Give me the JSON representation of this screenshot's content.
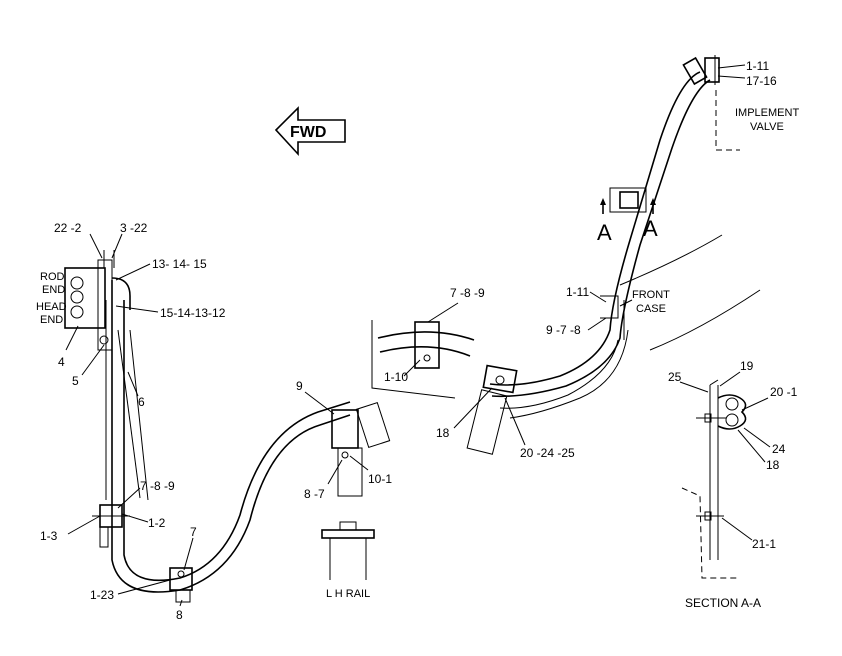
{
  "fwd": "FWD",
  "section_marks": {
    "left": "A",
    "right": "A"
  },
  "labels": {
    "l_1_11_top": "1-11",
    "l_17_16": "17-16",
    "implement_line1": "IMPLEMENT",
    "implement_line2": "VALVE",
    "l_1_11_mid": "1-11",
    "l_9_7_8": "9 -7 -8",
    "front_line1": "FRONT",
    "front_line2": "CASE",
    "l_7_8_9_mid": "7 -8 -9",
    "l_1_10": "1-10",
    "l_18_mid": "18",
    "l_20_24_25": "20 -24 -25",
    "l_22_2": "22 -2",
    "l_3_22": "3 -22",
    "l_13_14_15": "13- 14- 15",
    "rod_line1": "ROD",
    "rod_line2": "END",
    "head_line1": "HEAD",
    "head_line2": "END",
    "l_15_14_13_12": "15-14-13-12",
    "l_4": "4",
    "l_5": "5",
    "l_6": "6",
    "l_7_8_9_low": "7 -8 -9",
    "l_1_3": "1-3",
    "l_1_2": "1-2",
    "l_9": "9",
    "l_8_7": "8 -7",
    "l_10_1": "10-1",
    "l_7": "7",
    "l_1_23": "1-23",
    "l_8": "8",
    "lh_rail": "L H  RAIL",
    "l_25": "25",
    "l_19": "19",
    "l_20_1": "20 -1",
    "l_24": "24",
    "l_18_sec": "18",
    "l_21_1": "21-1",
    "section_aa": "SECTION  A-A"
  }
}
